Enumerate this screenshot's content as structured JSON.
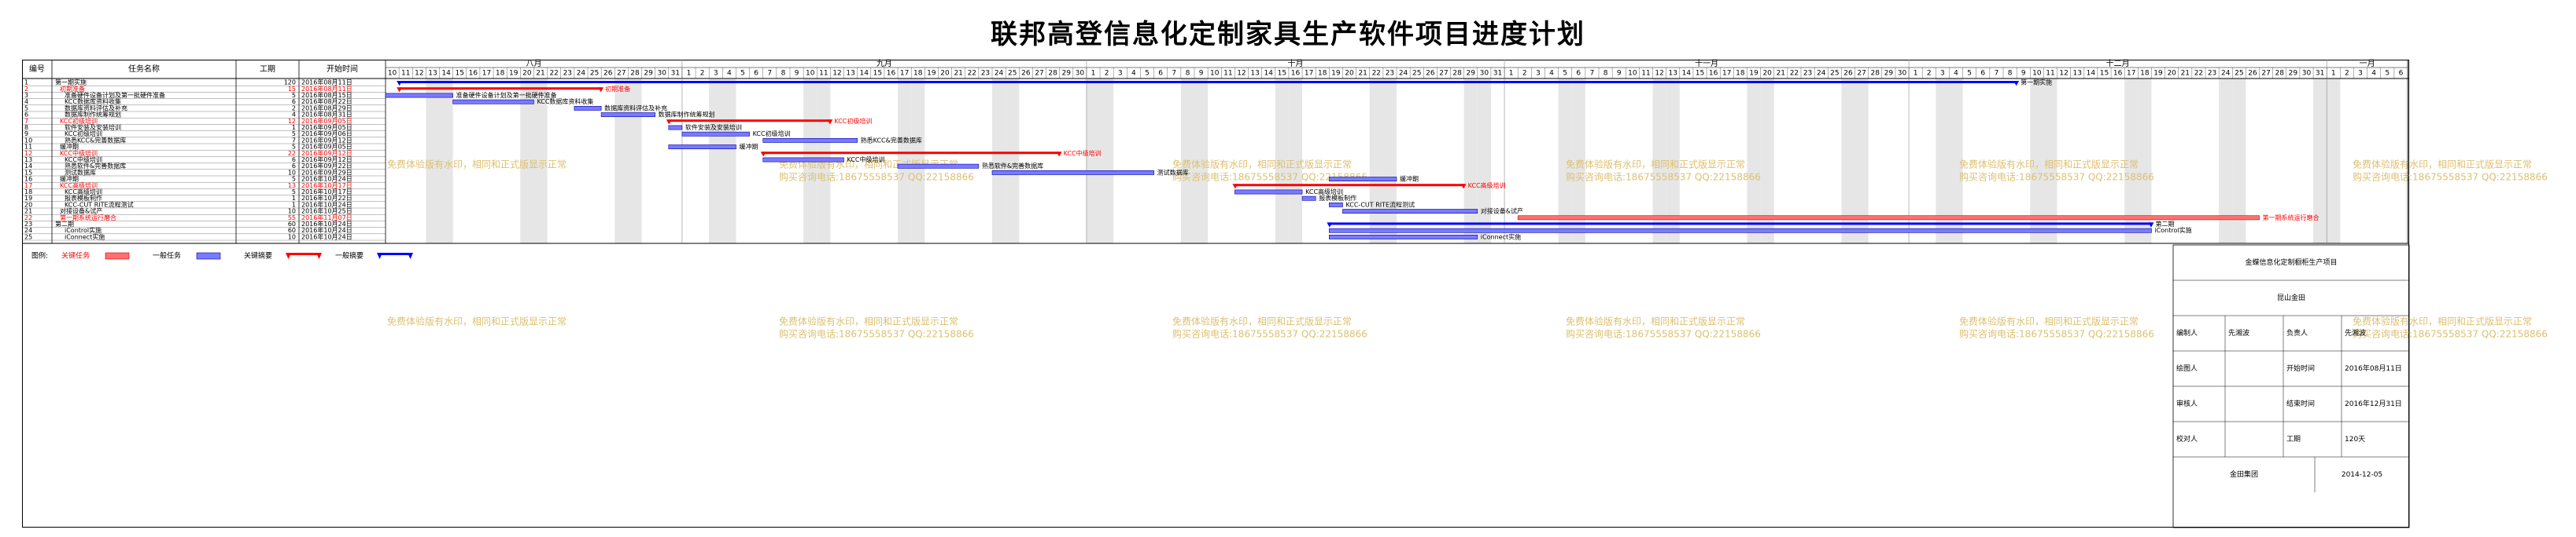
{
  "title": "联邦高登信息化定制家具生产软件项目进度计划",
  "columns": {
    "id": "编号",
    "name": "任务名称",
    "duration": "工期",
    "start": "开始时间"
  },
  "months": [
    "八月",
    "九月",
    "十月",
    "十一月",
    "十二月",
    "一月"
  ],
  "timeline_start": "2016-08-10",
  "timeline_days": 150,
  "tasks": [
    {
      "id": "1",
      "name": "第一期实施",
      "duration": "120",
      "start": "2016年08月11日",
      "type": "summary-blue",
      "color": "#000000",
      "s": 1,
      "d": 120,
      "label": "第一期实施",
      "indent": 0
    },
    {
      "id": "2",
      "name": "初期准备",
      "duration": "15",
      "start": "2016年08月11日",
      "type": "summary-red",
      "color": "#ff0000",
      "s": 1,
      "d": 15,
      "label": "初期准备",
      "indent": 1
    },
    {
      "id": "3",
      "name": "准备硬件设备计划及第一批硬件准备",
      "duration": "5",
      "start": "2016年08月15日",
      "type": "task",
      "color": "#000000",
      "s": 0,
      "d": 5,
      "label": "准备硬件设备计划及第一批硬件准备",
      "indent": 2
    },
    {
      "id": "4",
      "name": "KCC数据库资料收集",
      "duration": "6",
      "start": "2016年08月22日",
      "type": "task",
      "color": "#000000",
      "s": 5,
      "d": 6,
      "label": "KCC数据库资料收集",
      "indent": 2
    },
    {
      "id": "5",
      "name": "数据库资料评估及补充",
      "duration": "2",
      "start": "2016年08月29日",
      "type": "task",
      "color": "#000000",
      "s": 14,
      "d": 2,
      "label": "数据库资料评估及补充",
      "indent": 2
    },
    {
      "id": "6",
      "name": "数据库制作统筹规划",
      "duration": "4",
      "start": "2016年08月31日",
      "type": "task",
      "color": "#000000",
      "s": 16,
      "d": 4,
      "label": "数据库制作统筹规划",
      "indent": 2
    },
    {
      "id": "7",
      "name": "KCC初级培训",
      "duration": "12",
      "start": "2016年09月05日",
      "type": "summary-red",
      "color": "#ff0000",
      "s": 21,
      "d": 12,
      "label": "KCC初级培训",
      "indent": 1
    },
    {
      "id": "8",
      "name": "软件安装及安装培训",
      "duration": "1",
      "start": "2016年09月05日",
      "type": "task",
      "color": "#000000",
      "s": 21,
      "d": 1,
      "label": "软件安装及安装培训",
      "indent": 2
    },
    {
      "id": "9",
      "name": "KCC初级培训",
      "duration": "5",
      "start": "2016年09月06日",
      "type": "task",
      "color": "#000000",
      "s": 22,
      "d": 5,
      "label": "KCC初级培训",
      "indent": 2
    },
    {
      "id": "10",
      "name": "熟悉KCC&完善数据库",
      "duration": "7",
      "start": "2016年09月12日",
      "type": "task",
      "color": "#000000",
      "s": 28,
      "d": 7,
      "label": "熟悉KCC&完善数据库",
      "indent": 2
    },
    {
      "id": "11",
      "name": "缓冲期",
      "duration": "5",
      "start": "2016年09月05日",
      "type": "task",
      "color": "#000000",
      "s": 21,
      "d": 5,
      "label": "缓冲期",
      "indent": 1
    },
    {
      "id": "12",
      "name": "KCC中级培训",
      "duration": "22",
      "start": "2016年09月12日",
      "type": "summary-red",
      "color": "#ff0000",
      "s": 28,
      "d": 22,
      "label": "KCC中级培训",
      "indent": 1
    },
    {
      "id": "13",
      "name": "KCC中级培训",
      "duration": "6",
      "start": "2016年09月12日",
      "type": "task",
      "color": "#000000",
      "s": 28,
      "d": 6,
      "label": "KCC中级培训",
      "indent": 2
    },
    {
      "id": "14",
      "name": "熟悉软件&完善数据库",
      "duration": "6",
      "start": "2016年09月22日",
      "type": "task",
      "color": "#000000",
      "s": 38,
      "d": 6,
      "label": "熟悉软件&完善数据库",
      "indent": 2
    },
    {
      "id": "15",
      "name": "测试数据库",
      "duration": "10",
      "start": "2016年09月29日",
      "type": "task",
      "color": "#000000",
      "s": 45,
      "d": 12,
      "label": "测试数据库",
      "indent": 2
    },
    {
      "id": "16",
      "name": "缓冲期",
      "duration": "5",
      "start": "2016年10月24日",
      "type": "task",
      "color": "#000000",
      "s": 70,
      "d": 5,
      "label": "缓冲期",
      "indent": 1
    },
    {
      "id": "17",
      "name": "KCC高级培训",
      "duration": "13",
      "start": "2016年10月17日",
      "type": "summary-red",
      "color": "#ff0000",
      "s": 63,
      "d": 17,
      "label": "KCC高级培训",
      "indent": 1
    },
    {
      "id": "18",
      "name": "KCC高级培训",
      "duration": "5",
      "start": "2016年10月17日",
      "type": "task",
      "color": "#000000",
      "s": 63,
      "d": 5,
      "label": "KCC高级培训",
      "indent": 2
    },
    {
      "id": "19",
      "name": "报表模板制作",
      "duration": "1",
      "start": "2016年10月22日",
      "type": "task",
      "color": "#000000",
      "s": 68,
      "d": 1,
      "label": "报表模板制作",
      "indent": 2
    },
    {
      "id": "20",
      "name": "KCC-CUT RITE流程测试",
      "duration": "1",
      "start": "2016年10月24日",
      "type": "task",
      "color": "#000000",
      "s": 70,
      "d": 1,
      "label": "KCC-CUT RITE流程测试",
      "indent": 2
    },
    {
      "id": "21",
      "name": "对接设备&试产",
      "duration": "10",
      "start": "2016年10月25日",
      "type": "task",
      "color": "#000000",
      "s": 71,
      "d": 10,
      "label": "对接设备&试产",
      "indent": 1
    },
    {
      "id": "22",
      "name": "第一期系统运行磨合",
      "duration": "55",
      "start": "2016年11月07日",
      "type": "red",
      "color": "#ff0000",
      "s": 84,
      "d": 55,
      "label": "第一期系统运行磨合",
      "indent": 1
    },
    {
      "id": "23",
      "name": "第二期",
      "duration": "60",
      "start": "2016年10月24日",
      "type": "summary-blue",
      "color": "#000000",
      "s": 70,
      "d": 61,
      "label": "第二期",
      "indent": 0
    },
    {
      "id": "24",
      "name": "iControl实施",
      "duration": "60",
      "start": "2016年10月24日",
      "type": "task",
      "color": "#000000",
      "s": 70,
      "d": 61,
      "label": "iControl实施",
      "indent": 2
    },
    {
      "id": "25",
      "name": "iConnect实施",
      "duration": "10",
      "start": "2016年10月24日",
      "type": "task",
      "color": "#000000",
      "s": 70,
      "d": 11,
      "label": "iConnect实施",
      "indent": 2
    }
  ],
  "legend": {
    "title": "图例:",
    "items": [
      {
        "label": "关键任务",
        "kind": "red-box"
      },
      {
        "label": "一般任务",
        "kind": "blue-box"
      },
      {
        "label": "关键摘要",
        "kind": "red-summary"
      },
      {
        "label": "一般摘要",
        "kind": "blue-summary"
      }
    ]
  },
  "watermark": {
    "line1": "免费体验版有水印，相同和正式版显示正常",
    "line2": "购买咨询电话:18675558537 QQ:22158866"
  },
  "info_box": {
    "project": "金蝶信息化定制橱柜生产项目",
    "company": "昆山金田",
    "rows": [
      [
        "编制人",
        "先湘波",
        "负责人",
        "先湘波"
      ],
      [
        "绘图人",
        "",
        "开始时间",
        "2016年08月11日"
      ],
      [
        "审核人",
        "",
        "结束时间",
        "2016年12月31日"
      ],
      [
        "校对人",
        "",
        "工期",
        "120天"
      ]
    ],
    "footer_company": "金田集团",
    "footer_date": "2014-12-05"
  },
  "colors": {
    "task_fill": "#7a7aff",
    "task_stroke": "#0000aa",
    "critical": "#ff0000",
    "summary_blue": "#0000ff",
    "weekend": "#e6e6e6",
    "watermark": "#dcc070"
  }
}
